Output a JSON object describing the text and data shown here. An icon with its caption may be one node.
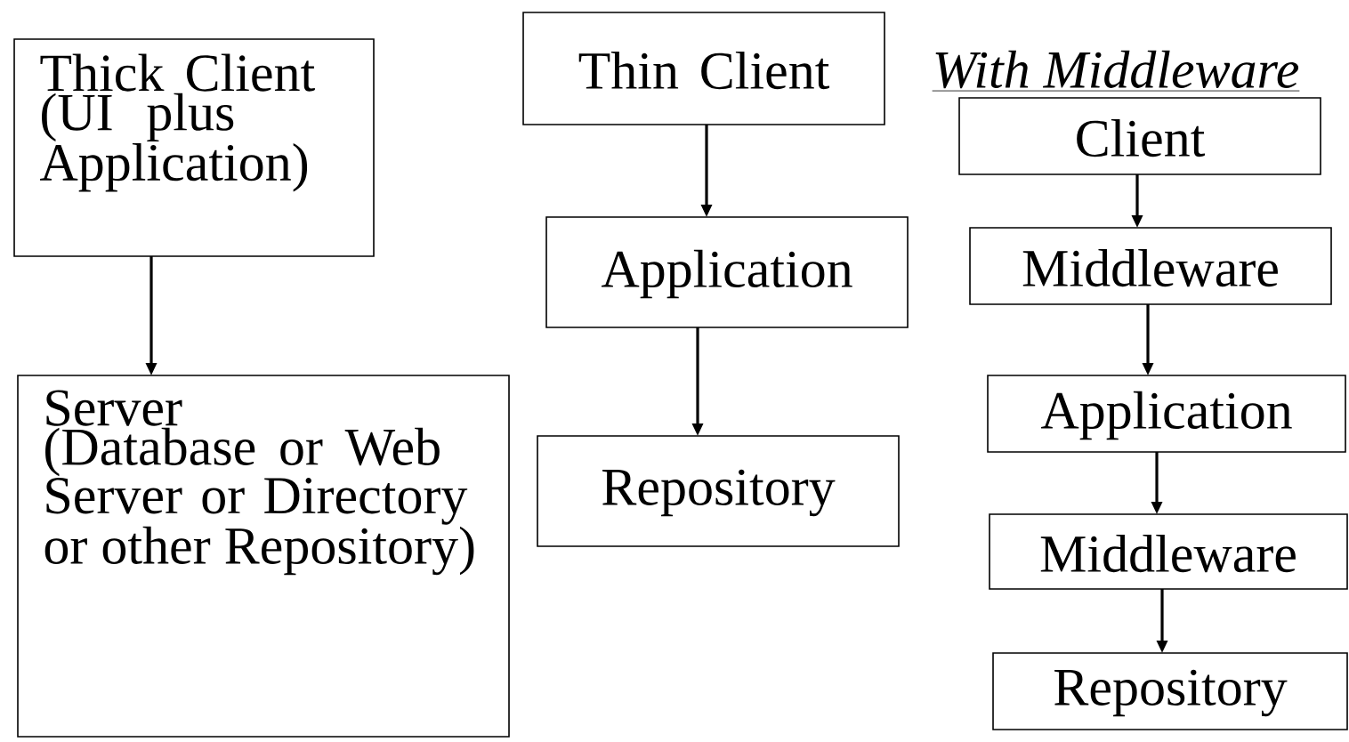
{
  "diagram": {
    "nodes": [
      {
        "text": [
          "Thick Client (UI plus Application)"
        ]
      },
      {
        "text": [
          "Server",
          "(Database or Web Server or Directory or other Repository)"
        ]
      },
      {
        "text": [
          "Thin Client"
        ]
      },
      {
        "text": [
          "Application"
        ]
      },
      {
        "text": [
          "Repository"
        ]
      },
      {
        "text": [
          "Client"
        ]
      },
      {
        "text": [
          "Middleware"
        ]
      },
      {
        "text": [
          "Application"
        ]
      },
      {
        "text": [
          "Middleware"
        ]
      },
      {
        "text": [
          "Repository"
        ]
      }
    ],
    "edges": [
      {
        "from": 0,
        "to": 1,
        "arrow": "to"
      },
      {
        "from": 2,
        "to": 3,
        "arrow": "to"
      },
      {
        "from": 3,
        "to": 4,
        "arrow": "to"
      },
      {
        "from": 5,
        "to": 6,
        "arrow": "to"
      },
      {
        "from": 6,
        "to": 7,
        "arrow": "to"
      },
      {
        "from": 7,
        "to": 8,
        "arrow": "to"
      },
      {
        "from": 8,
        "to": 9,
        "arrow": "to"
      }
    ],
    "labels": [
      "With Middleware"
    ]
  }
}
